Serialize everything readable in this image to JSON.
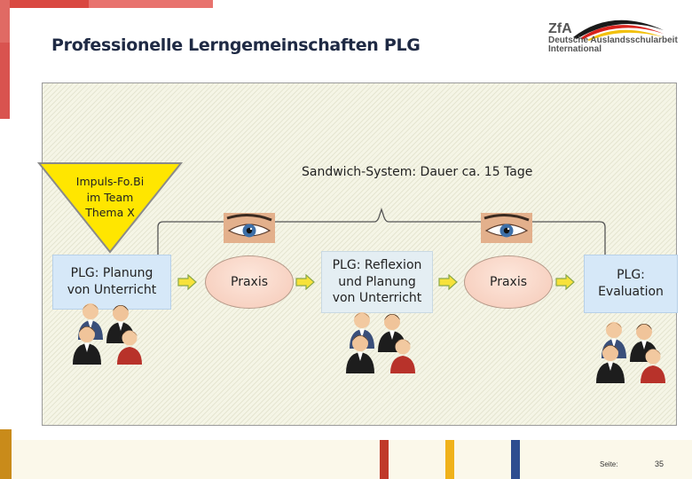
{
  "header": {
    "title": "Professionelle Lerngemeinschaften PLG",
    "logo_abbr": "ZfA",
    "logo_line1": "Deutsche Auslandsschularbeit",
    "logo_line2": "International"
  },
  "diagram": {
    "triangle_label": [
      "Impuls-Fo.Bi",
      "im Team",
      "Thema X"
    ],
    "sandwich_label": "Sandwich-System: Dauer ca. 15 Tage",
    "box1": [
      "PLG: Planung",
      "von Unterricht"
    ],
    "praxis1": "Praxis",
    "box2": [
      "PLG: Reflexion",
      "und Planung",
      "von Unterricht"
    ],
    "praxis2": "Praxis",
    "box3": [
      "PLG:",
      "Evaluation"
    ]
  },
  "footer": {
    "page_label": "Seite:",
    "page_number": "35"
  },
  "colors": {
    "accent_red": "#d9534f",
    "triangle_yellow": "#ffe600",
    "box_blue": "#d6e8f8",
    "praxis_peach": "#f5c9b7",
    "arrow_yellow": "#f7e23a"
  }
}
